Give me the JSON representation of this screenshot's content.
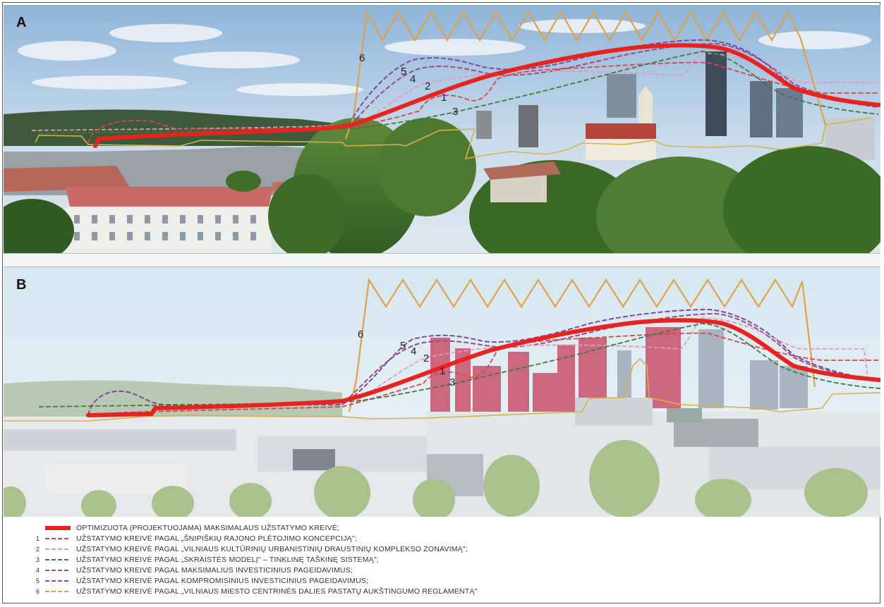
{
  "panels": {
    "a_label": "A",
    "b_label": "B"
  },
  "curve_numbers": [
    "6",
    "5",
    "4",
    "2",
    "1",
    "3"
  ],
  "colors": {
    "optimized": "#e8231f",
    "curve_1": "#d9434f",
    "curve_2": "#e39ab8",
    "curve_3": "#3f7a3a",
    "curve_4": "#9a4d7d",
    "curve_5": "#7a4aa3",
    "curve_6": "#e0a04a",
    "building_outline": "#d6b24a",
    "planned_buildings": "#c8506a"
  },
  "legend": [
    {
      "num": "",
      "text": "OPTIMIZUOTA (PROJEKTUOJAMA) MAKSIMALAUS UŽSTATYMO KREIVĖ;"
    },
    {
      "num": "1",
      "text": "UŽSTATYMO KREIVĖ PAGAL „ŠNIPIŠKIŲ RAJONO PLĖTOJIMO KONCEPCIJĄ\";"
    },
    {
      "num": "2",
      "text": "UŽSTATYMO KREIVĖ PAGAL „VILNIAUS KULTŪRINIŲ URBANISTINIŲ DRAUSTINIŲ KOMPLEKSO ZONAVIMĄ\";"
    },
    {
      "num": "3",
      "text": "UŽSTATYMO KREIVĖ PAGAL „SKRAISTĖS MODELĮ\" – TINKLINĘ TAŠKINĘ SISTEMĄ\";"
    },
    {
      "num": "4",
      "text": "UŽSTATYMO KREIVĖ PAGAL MAKSIMALIUS INVESTICINIUS PAGEIDAVIMUS;"
    },
    {
      "num": "5",
      "text": "UŽSTATYMO KREIVĖ PAGAL KOMPROMISINIUS INVESTICINIUS PAGEIDAVIMUS;"
    },
    {
      "num": "6",
      "text": "UŽSTATYMO KREIVĖ PAGAL „VILNIAUS MIESTO CENTRINĖS DALIES PASTATŲ AUKŠTINGUMO REGLAMENTĄ\""
    }
  ]
}
